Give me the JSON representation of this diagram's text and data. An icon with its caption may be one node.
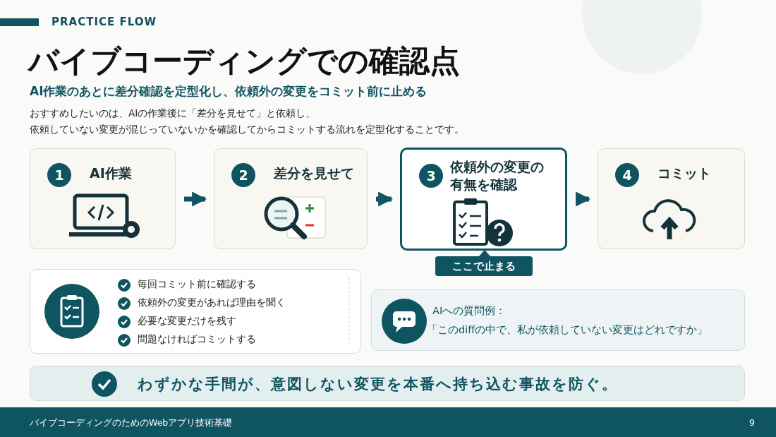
{
  "diagram": {
    "title": "バイブコーディングでの確認点",
    "nodes": [
      {
        "text": [
          "1",
          "AI作業"
        ]
      },
      {
        "text": [
          "2",
          "差分を見せて"
        ]
      },
      {
        "text": [
          "3",
          "依頼外の変更の有無を確認"
        ],
        "beside": [
          "ここで止まる"
        ]
      },
      {
        "text": [
          "4",
          "コミット"
        ]
      },
      {
        "text": [
          "毎回コミット前に確認する",
          "依頼外の変更があれば理由を聞く",
          "必要な変更だけを残す",
          "問題なければコミットする"
        ]
      },
      {
        "text": [
          "AIへの質問例：",
          "「このdiffの中で、私が依頼していない変更はどれですか」"
        ]
      },
      {
        "text": [
          "わずかな手間が、意図しない変更を本番へ持ち込む事故を防ぐ。"
        ]
      }
    ],
    "edges": [
      {
        "from": 0,
        "to": 1,
        "arrow": "to"
      },
      {
        "from": 1,
        "to": 2,
        "arrow": "to"
      },
      {
        "from": 2,
        "to": 3,
        "arrow": "to"
      }
    ],
    "labels": [
      "PRACTICE FLOW",
      "AI作業のあとに差分確認を定型化し、依頼外の変更をコミット前に止める",
      "おすすめしたいのは、AIの作業後に「差分を見せて」と依頼し、",
      "依頼していない変更が混じっていないかを確認してからコミットする流れを定型化することです。",
      "バイブコーディングのためのWebアプリ技術基礎",
      "9"
    ]
  }
}
